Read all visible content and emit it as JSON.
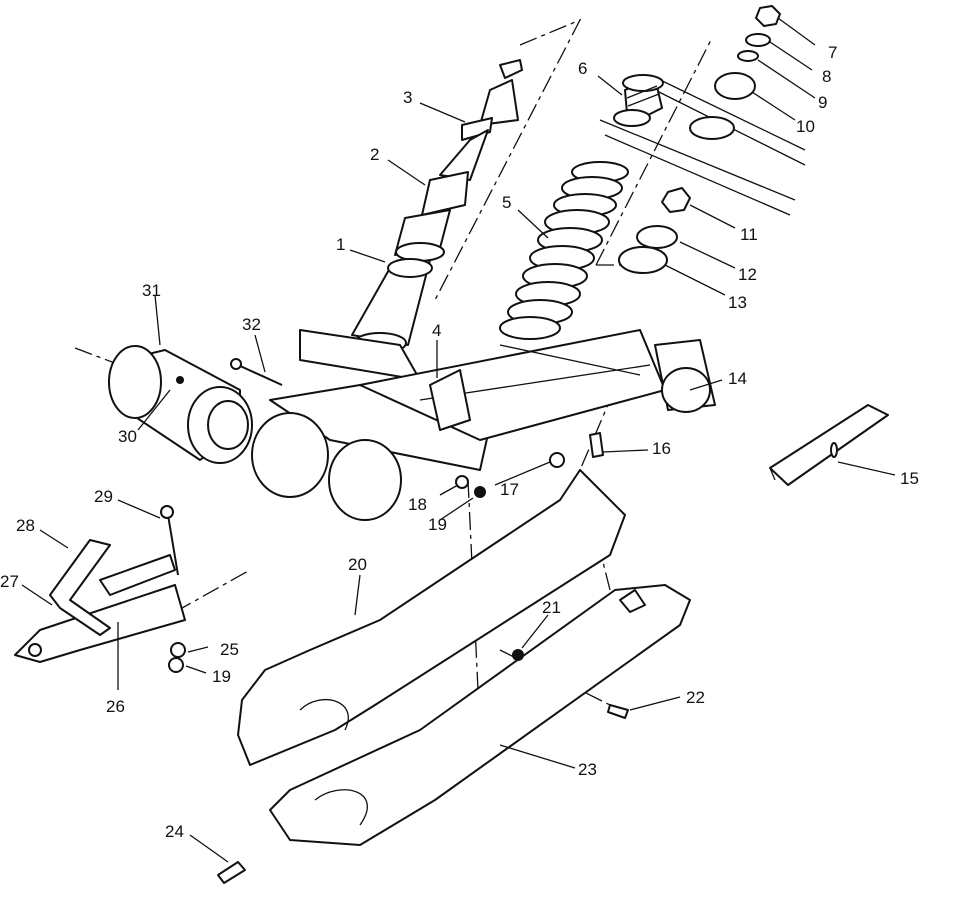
{
  "callouts": [
    {
      "n": "1"
    },
    {
      "n": "2"
    },
    {
      "n": "3"
    },
    {
      "n": "4"
    },
    {
      "n": "5"
    },
    {
      "n": "6"
    },
    {
      "n": "7"
    },
    {
      "n": "8"
    },
    {
      "n": "9"
    },
    {
      "n": "10"
    },
    {
      "n": "11"
    },
    {
      "n": "12"
    },
    {
      "n": "13"
    },
    {
      "n": "14"
    },
    {
      "n": "15"
    },
    {
      "n": "16"
    },
    {
      "n": "17"
    },
    {
      "n": "18"
    },
    {
      "n": "19"
    },
    {
      "n": "19"
    },
    {
      "n": "20"
    },
    {
      "n": "21"
    },
    {
      "n": "22"
    },
    {
      "n": "23"
    },
    {
      "n": "24"
    },
    {
      "n": "25"
    },
    {
      "n": "26"
    },
    {
      "n": "27"
    },
    {
      "n": "28"
    },
    {
      "n": "29"
    },
    {
      "n": "30"
    },
    {
      "n": "31"
    },
    {
      "n": "32"
    }
  ]
}
